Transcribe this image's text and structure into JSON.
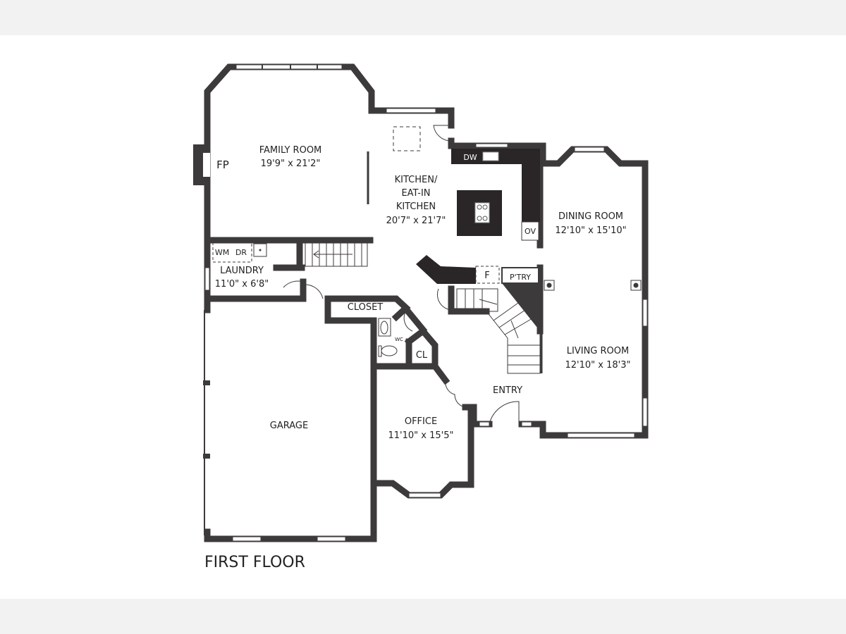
{
  "plan": {
    "title": "FIRST FLOOR",
    "colors": {
      "wall": "#3d3a3b",
      "counter": "#2a2627",
      "band": "#f2f2f2"
    },
    "rooms": {
      "family_room": {
        "name": "FAMILY ROOM",
        "size": "19'9\" x 21'2\""
      },
      "kitchen": {
        "name_line1": "KITCHEN/",
        "name_line2": "EAT-IN",
        "name_line3": "KITCHEN",
        "size": "20'7\" x 21'7\""
      },
      "dining_room": {
        "name": "DINING ROOM",
        "size": "12'10\" x 15'10\""
      },
      "laundry": {
        "name": "LAUNDRY",
        "size": "11'0\" x 6'8\""
      },
      "living_room": {
        "name": "LIVING ROOM",
        "size": "12'10\" x 18'3\""
      },
      "office": {
        "name": "OFFICE",
        "size": "11'10\" x 15'5\""
      },
      "garage": {
        "name": "GARAGE"
      },
      "entry": {
        "name": "ENTRY"
      },
      "closet": {
        "name": "CLOSET"
      },
      "cl": {
        "name": "CL"
      },
      "wc": {
        "name": "WC"
      },
      "pantry": {
        "name": "P'TRY"
      }
    },
    "fixtures": {
      "fp": "FP",
      "dw": "DW",
      "ov": "OV",
      "wm": "WM",
      "dr": "DR",
      "f": "F"
    }
  }
}
